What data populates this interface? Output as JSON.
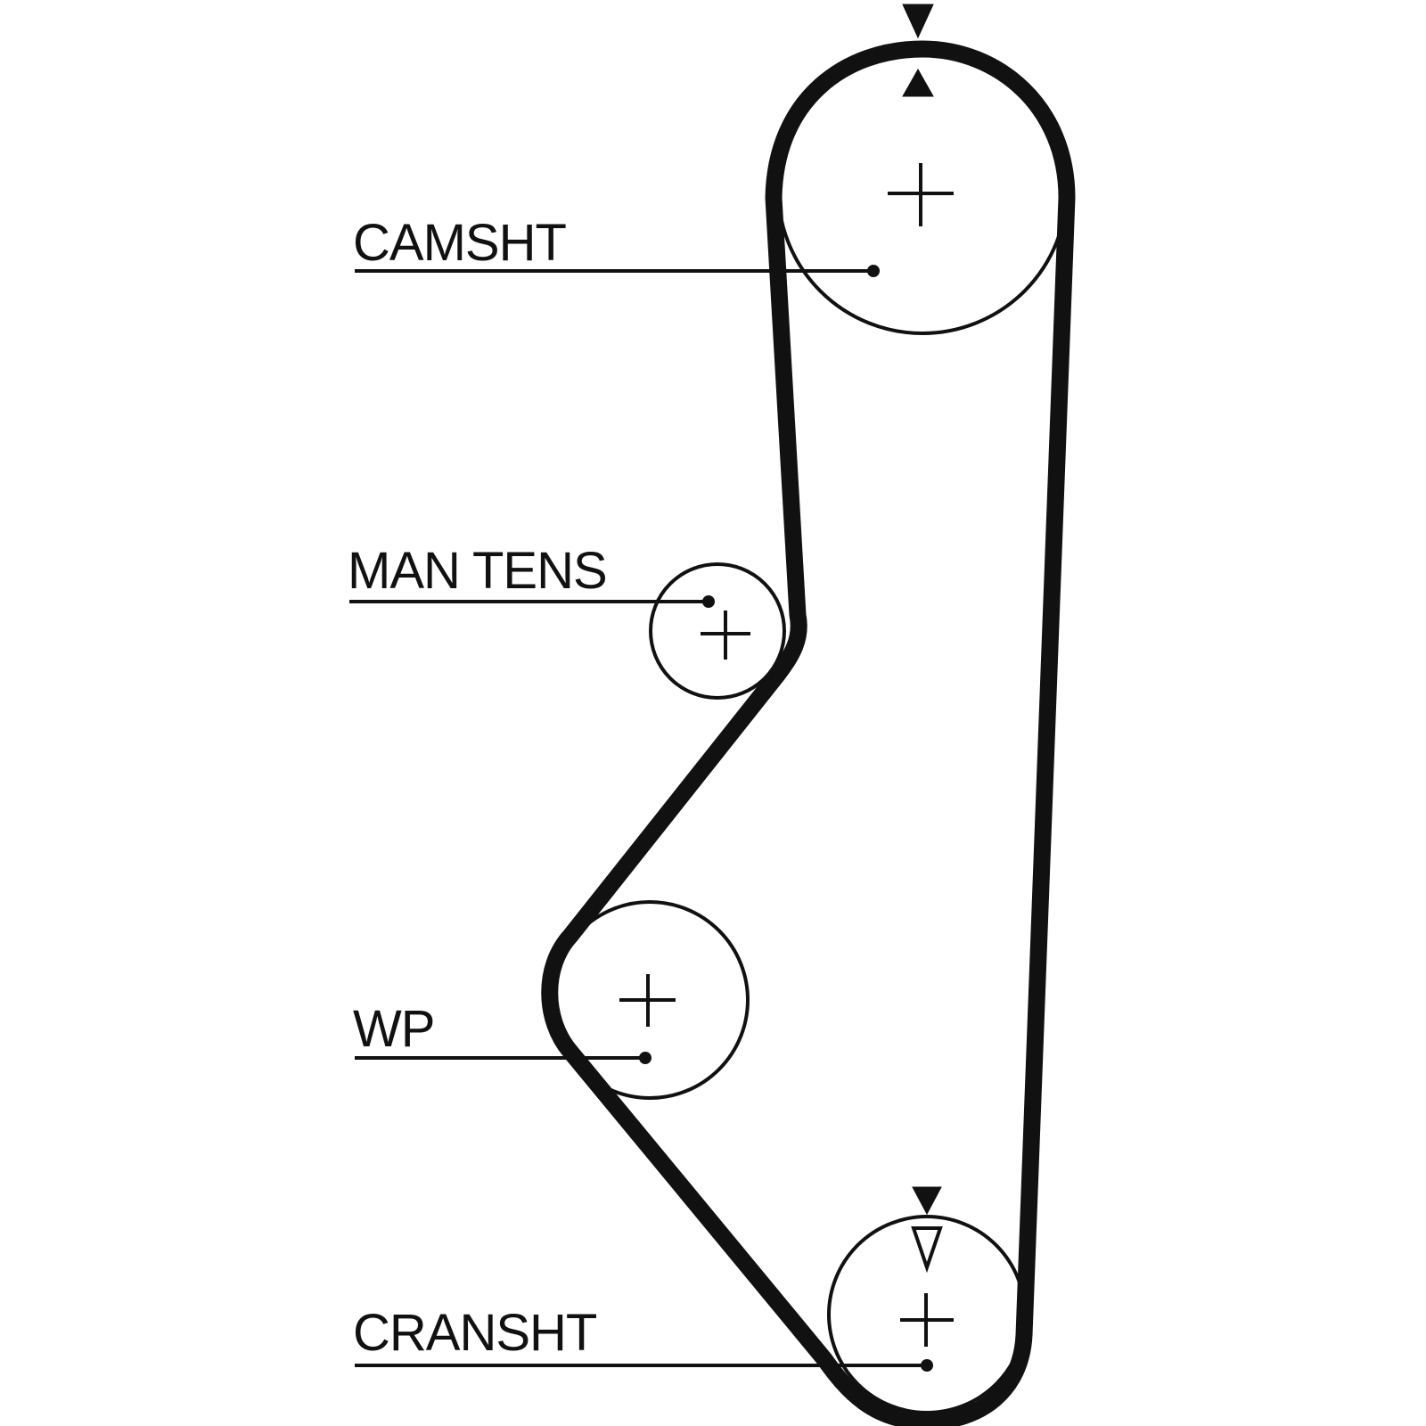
{
  "labels": {
    "camshaft": "CAMSHT",
    "tensioner": "MAN TENS",
    "water_pump": "WP",
    "crankshaft": "CRANSHT"
  },
  "colors": {
    "belt": "#111111",
    "line": "#111111",
    "background": "#ffffff"
  },
  "icons": {
    "timing_mark": "triangle-marker",
    "pulley_center": "plus-cross"
  }
}
